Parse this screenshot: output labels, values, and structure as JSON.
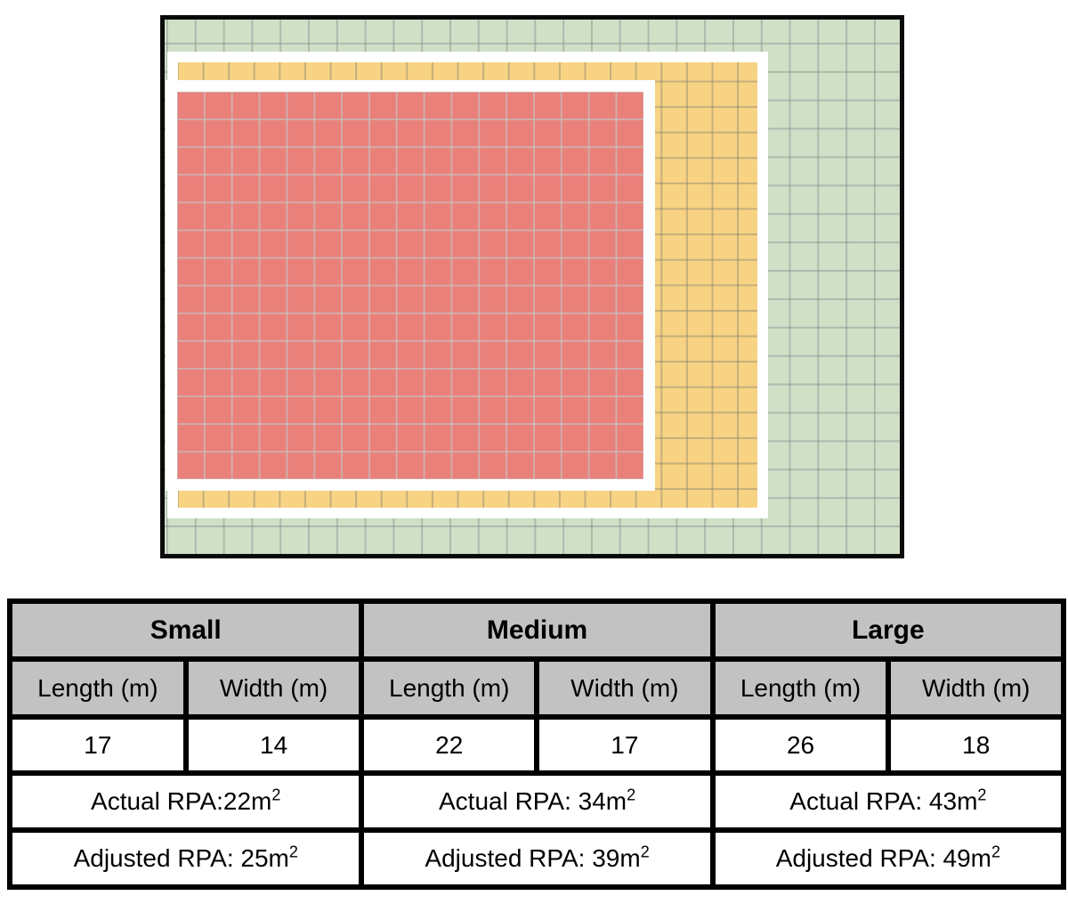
{
  "page": {
    "background_color": "#ffffff"
  },
  "diagram": {
    "type": "nested-area-grid",
    "outline_color": "#000000",
    "gap_color": "#ffffff",
    "grid_line_color": "#b5b9bc",
    "areas": [
      {
        "name": "Large",
        "fill": "#cfe0c6",
        "grid_cols": 26,
        "grid_rows": 18
      },
      {
        "name": "Medium",
        "fill": "#f7d383",
        "grid_cols": 22,
        "grid_rows": 17
      },
      {
        "name": "Small",
        "fill": "#ea807a",
        "grid_cols": 17,
        "grid_rows": 14
      }
    ]
  },
  "table": {
    "header_fill": "#c2c2c2",
    "row_fill": "#ffffff",
    "border_color": "#000000",
    "groups": [
      {
        "name": "Small",
        "length_header": "Length (m)",
        "width_header": "Width (m)",
        "length": "17",
        "width": "14",
        "actual": {
          "text": "Actual RPA:22m",
          "sup": "2"
        },
        "adjusted": {
          "text": "Adjusted RPA: 25m",
          "sup": "2"
        }
      },
      {
        "name": "Medium",
        "length_header": "Length (m)",
        "width_header": "Width (m)",
        "length": "22",
        "width": "17",
        "actual": {
          "text": "Actual RPA: 34m",
          "sup": "2"
        },
        "adjusted": {
          "text": "Adjusted RPA: 39m",
          "sup": "2"
        }
      },
      {
        "name": "Large",
        "length_header": "Length (m)",
        "width_header": "Width (m)",
        "length": "26",
        "width": "18",
        "actual": {
          "text": "Actual RPA: 43m",
          "sup": "2"
        },
        "adjusted": {
          "text": "Adjusted RPA: 49m",
          "sup": "2"
        }
      }
    ]
  }
}
